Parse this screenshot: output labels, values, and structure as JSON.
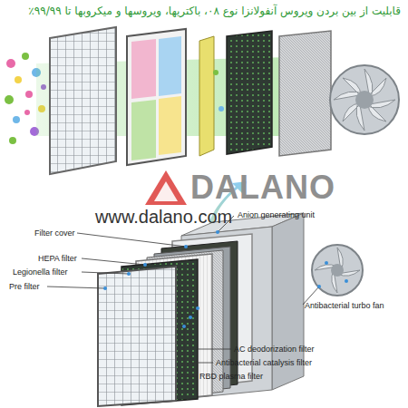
{
  "diagram": {
    "title": "قابلیت از بین بردن ویروس آنفولانزا نوع ۰۸، باکتریها، ویروسها و میکروبها تا ۹۹/۹۹٪",
    "labels": [
      "DALANO",
      "www.dalano.com",
      "Anion generating unit",
      "Filter cover",
      "HEPA filter",
      "Legionella filter",
      "Pre filter",
      "Antibacterial turbo fan",
      "AC deodorization filter",
      "Antibacterial catalysis filter",
      "RBD plasma filter"
    ]
  }
}
